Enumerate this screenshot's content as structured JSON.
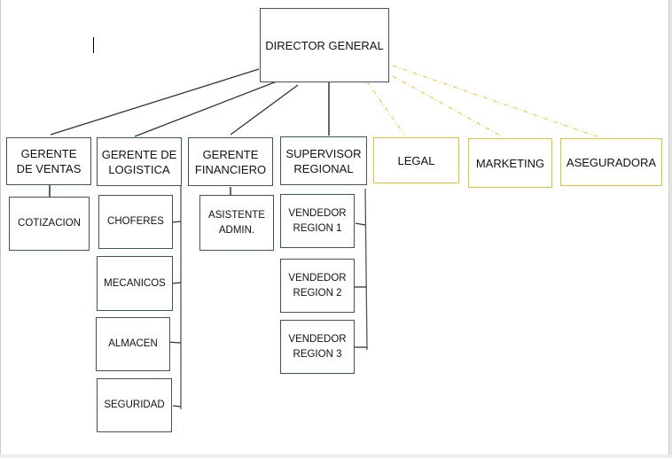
{
  "colors": {
    "box_border": "#3b5270",
    "external_border": "#e8c132",
    "connector": "#333333",
    "external_connector": "#f0c94a"
  },
  "org_chart": {
    "director": {
      "label": "DIRECTOR GENERAL"
    },
    "managers": [
      {
        "id": "ventas",
        "label": "GERENTE\nDE VENTAS",
        "subordinates": [
          "COTIZACION"
        ]
      },
      {
        "id": "logistica",
        "label": "GERENTE DE\nLOGISTICA",
        "subordinates": [
          "CHOFERES",
          "MECANICOS",
          "ALMACEN",
          "SEGURIDAD"
        ]
      },
      {
        "id": "financiero",
        "label": "GERENTE\nFINANCIERO",
        "subordinates": [
          "ASISTENTE\nADMIN."
        ]
      },
      {
        "id": "supervisor",
        "label": "SUPERVISOR\nREGIONAL",
        "subordinates": [
          "VENDEDOR\nREGION 1",
          "VENDEDOR\nREGION 2",
          "VENDEDOR\nREGION 3"
        ]
      }
    ],
    "external": [
      {
        "id": "legal",
        "label": "LEGAL"
      },
      {
        "id": "marketing",
        "label": "MARKETING"
      },
      {
        "id": "aseguradora",
        "label": "ASEGURADORA"
      }
    ]
  }
}
